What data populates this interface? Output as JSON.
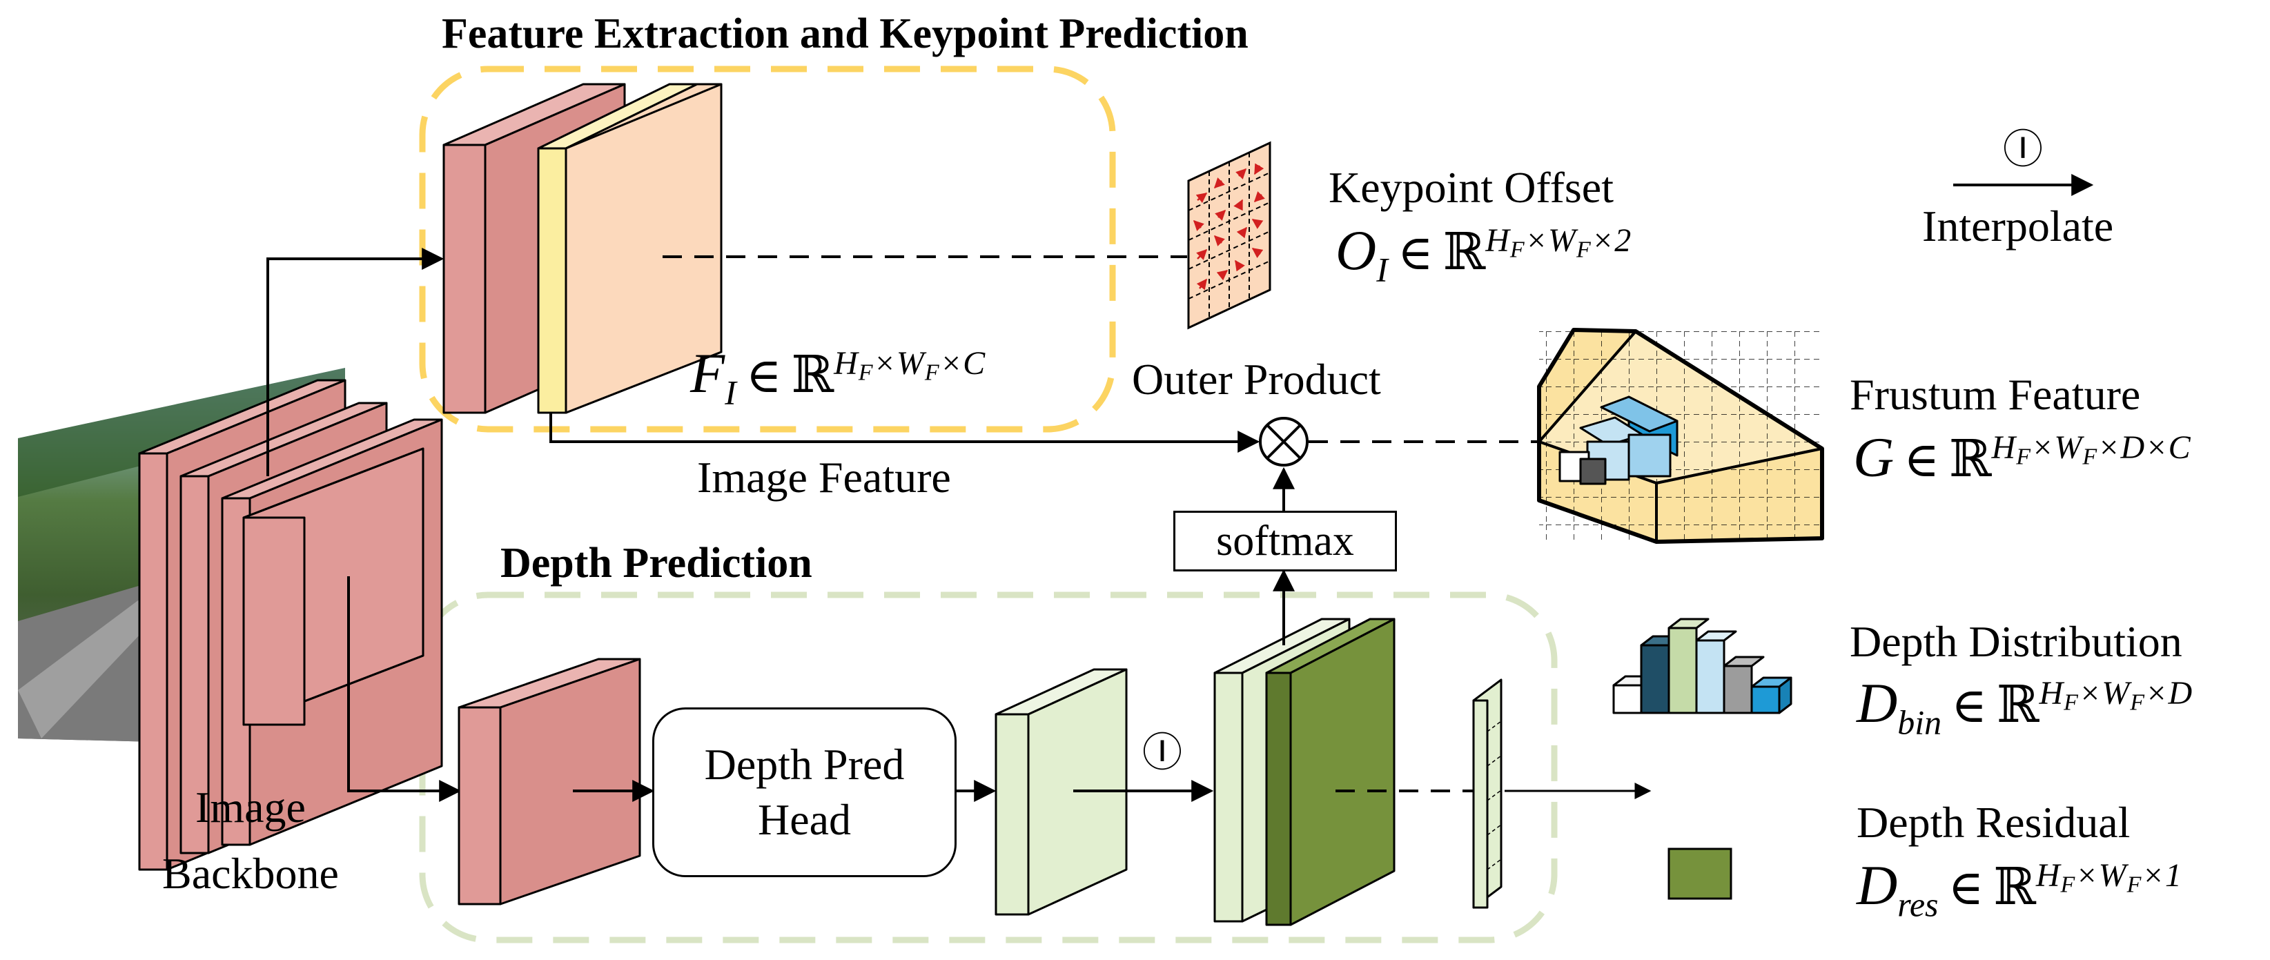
{
  "titles": {
    "feature_extraction": "Feature Extraction and Keypoint Prediction",
    "depth_prediction": "Depth Prediction"
  },
  "labels": {
    "image_backbone_line1": "Image",
    "image_backbone_line2": "Backbone",
    "image_feature": "Image Feature",
    "outer_product": "Outer Product",
    "softmax": "softmax",
    "depth_pred_head_line1": "Depth Pred",
    "depth_pred_head_line2": "Head",
    "keypoint_offset": "Keypoint Offset",
    "frustum_feature": "Frustum Feature",
    "depth_distribution": "Depth Distribution",
    "depth_residual": "Depth Residual",
    "interpolate": "Interpolate",
    "interpolate_symbol": "Ⓘ"
  },
  "math": {
    "F_I": {
      "base": "F",
      "sub": "I",
      "set": "ℝ",
      "dims": [
        "H",
        "F",
        "W",
        "F",
        "C"
      ]
    },
    "O_I": {
      "base": "O",
      "sub": "I",
      "set": "ℝ",
      "dims": [
        "H",
        "F",
        "W",
        "F",
        "2"
      ]
    },
    "G": {
      "base": "G",
      "sub": "",
      "set": "ℝ",
      "dims": [
        "H",
        "F",
        "W",
        "F",
        "D",
        "C"
      ]
    },
    "D_bin": {
      "base": "D",
      "sub": "bin",
      "set": "ℝ",
      "dims": [
        "H",
        "F",
        "W",
        "F",
        "D"
      ]
    },
    "D_res": {
      "base": "D",
      "sub": "res",
      "set": "ℝ",
      "dims": [
        "H",
        "F",
        "W",
        "F",
        "1"
      ]
    }
  },
  "colors": {
    "backbone_red": "#e09a97",
    "feature_peach": "#fcd9bc",
    "feature_yellow": "#fbeea0",
    "light_green": "#e2efd0",
    "dark_green": "#76923c",
    "yellow_dash": "#fcd462",
    "green_dash": "#d9e4c4",
    "frustum_yellow": "#fbe2a0",
    "bar_dark_teal": "#1f4e66",
    "bar_light_green": "#c5dba8",
    "bar_light_blue": "#c4e3f3",
    "bar_grey": "#9c9c9c",
    "bar_blue": "#1e9ad6",
    "arrow_red": "#d22020"
  }
}
